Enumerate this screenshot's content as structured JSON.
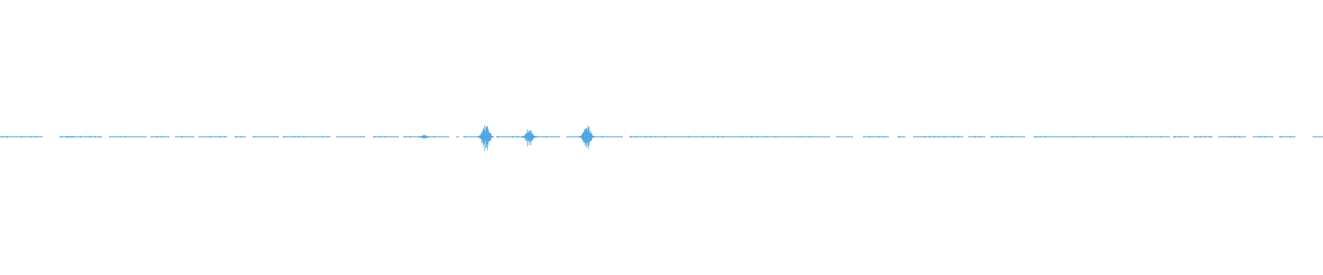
{
  "waveform": {
    "color": "#4aa3df",
    "silence_gaps": [
      [
        62,
        86
      ],
      [
        148,
        158
      ],
      [
        213,
        218
      ],
      [
        246,
        254
      ],
      [
        282,
        288
      ],
      [
        330,
        340
      ],
      [
        357,
        366
      ],
      [
        405,
        410
      ],
      [
        480,
        488
      ],
      [
        530,
        541
      ],
      [
        579,
        585
      ],
      [
        652,
        662
      ],
      [
        666,
        672
      ],
      [
        712,
        720
      ],
      [
        813,
        822
      ],
      [
        904,
        913
      ],
      [
        1205,
        1213
      ],
      [
        1238,
        1252
      ],
      [
        1290,
        1302
      ],
      [
        1314,
        1325
      ],
      [
        1398,
        1405
      ],
      [
        1430,
        1437
      ],
      [
        1488,
        1500
      ],
      [
        1698,
        1702
      ],
      [
        1808,
        1818
      ],
      [
        1848,
        1856
      ],
      [
        1726,
        1732
      ],
      [
        1760,
        1768
      ],
      [
        1880,
        1905
      ]
    ],
    "bursts": [
      {
        "at": 102,
        "level": 0.02
      },
      {
        "at": 616,
        "level": 0.13
      },
      {
        "at": 705,
        "level": 0.58
      },
      {
        "at": 768,
        "level": 0.45
      },
      {
        "at": 852,
        "level": 0.55
      }
    ]
  }
}
